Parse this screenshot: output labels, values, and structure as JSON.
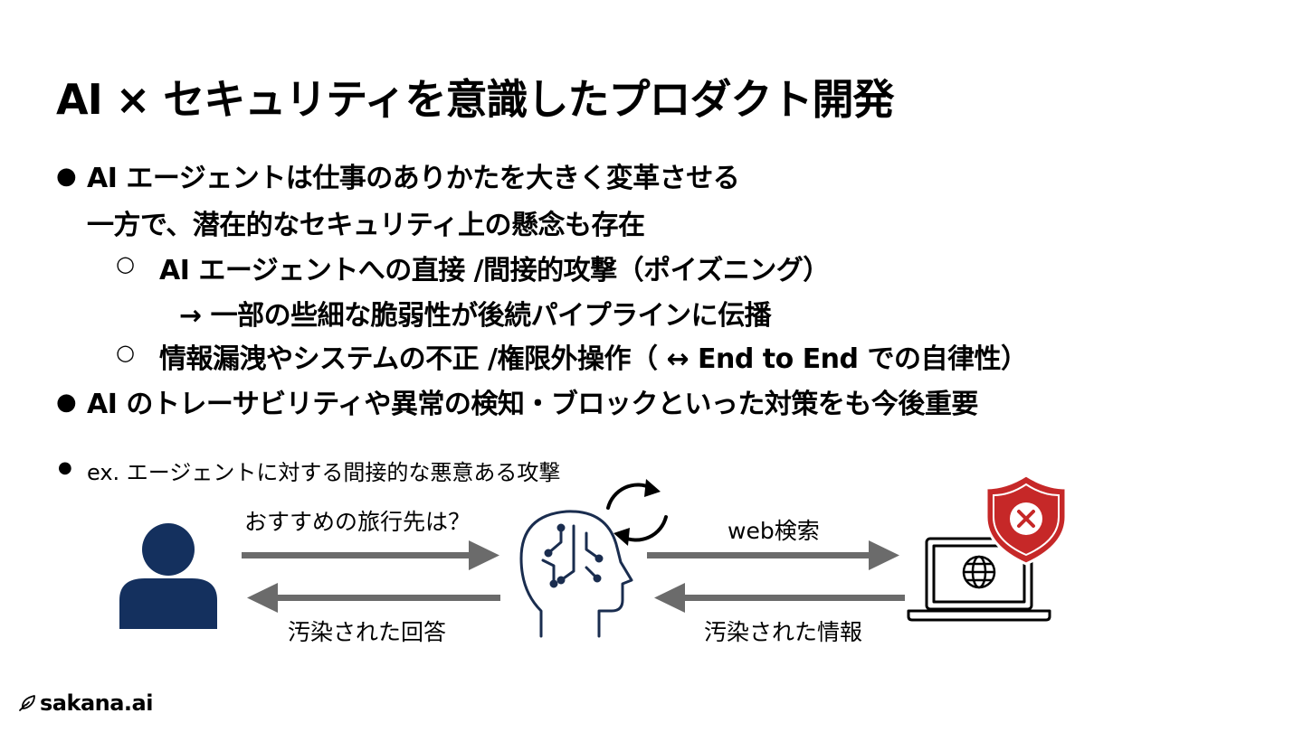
{
  "slide": {
    "title": "AI × セキュリティを意識したプロダクト開発",
    "bullets": [
      {
        "line1": "AI エージェントは仕事のありかたを大きく変革させる",
        "line2": "一方で、潜在的なセキュリティ上の懸念も存在"
      },
      {
        "line1": "AI のトレーサビリティや異常の検知・ブロックといった対策をも今後重要"
      }
    ],
    "sub_bullets": [
      {
        "text": "AI エージェントへの直接 /間接的攻撃（ポイズニング）",
        "note": "→ 一部の些細な脆弱性が後続パイプラインに伝播"
      },
      {
        "text": "情報漏洩やシステムの不正 /権限外操作（ ↔ End to End での自律性）"
      }
    ],
    "bullet_glyph": "●",
    "sub_bullet_glyph": "○"
  },
  "diagram": {
    "example": "ex. エージェントに対する間接的な悪意ある攻撃",
    "query_label": "おすすめの旅行先は？",
    "answer_label": "汚染された回答",
    "search_label": "web検索",
    "info_label": "汚染された情報",
    "colors": {
      "user": "#14305e",
      "arrow": "#6b6b6b",
      "shield": "#c62828",
      "line": "#1a2d4f"
    }
  },
  "footer": {
    "logo_text": "sakana.ai",
    "logo_icon": "fish-icon"
  }
}
